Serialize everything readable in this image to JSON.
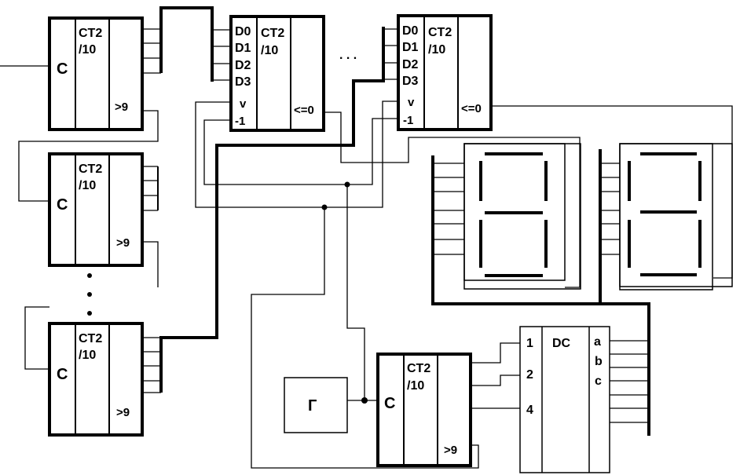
{
  "counters_left": [
    {
      "clock": "C",
      "type_line1": "CT2",
      "type_line2": "/10",
      "carry": ">9"
    },
    {
      "clock": "C",
      "type_line1": "CT2",
      "type_line2": "/10",
      "carry": ">9"
    },
    {
      "clock": "C",
      "type_line1": "CT2",
      "type_line2": "/10",
      "carry": ">9"
    }
  ],
  "reversible_counters": [
    {
      "inputs": [
        "D0",
        "D1",
        "D2",
        "D3"
      ],
      "up": "v",
      "down": "-1",
      "type_line1": "CT2",
      "type_line2": "/10",
      "borrow": "<=0"
    },
    {
      "inputs": [
        "D0",
        "D1",
        "D2",
        "D3"
      ],
      "up": "v",
      "down": "-1",
      "type_line1": "CT2",
      "type_line2": "/10",
      "borrow": "<=0"
    }
  ],
  "ellipsis": ". . .",
  "generator": {
    "label": "Г"
  },
  "bottom_counter": {
    "clock": "C",
    "type_line1": "CT2",
    "type_line2": "/10",
    "carry": ">9"
  },
  "decoder": {
    "title": "DC",
    "inputs": [
      "1",
      "2",
      "4"
    ],
    "outputs": [
      "a",
      "b",
      "c"
    ]
  }
}
